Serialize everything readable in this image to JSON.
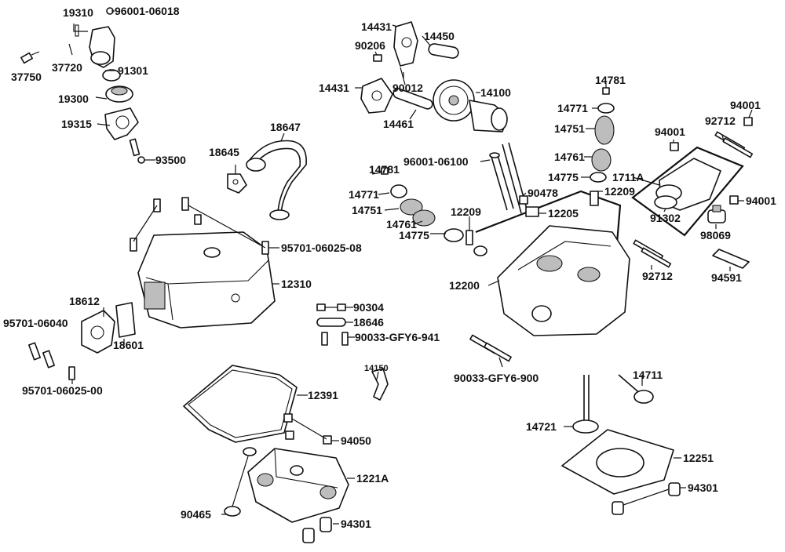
{
  "labels": {
    "p19310": "19310",
    "p96001_06018": "96001-06018",
    "p37720": "37720",
    "p91301": "91301",
    "p37750": "37750",
    "p19300": "19300",
    "p19315": "19315",
    "p93500": "93500",
    "p18645": "18645",
    "p18647": "18647",
    "p95701_06025_08": "95701-06025-08",
    "p12310": "12310",
    "p18612": "18612",
    "p95701_06040": "95701-06040",
    "p18601": "18601",
    "p95701_06025_00": "95701-06025-00",
    "p90304": "90304",
    "p18646": "18646",
    "p90033_gfy6_941": "90033-GFY6-941",
    "p14150": "14150",
    "p12391": "12391",
    "p94050": "94050",
    "p1221A": "1221A",
    "p90465": "90465",
    "p94301_a": "94301",
    "p14431_a": "14431",
    "p90206": "90206",
    "p14450": "14450",
    "p14431_b": "14431",
    "p90012": "90012",
    "p14100": "14100",
    "p14461": "14461",
    "p96001_06100": "96001-06100",
    "p14781_a": "14781",
    "p14771_a": "14771",
    "p14751_a": "14751",
    "p14761_a": "14761",
    "p14775_a": "14775",
    "p12209_a": "12209",
    "p90478": "90478",
    "p12209_b": "12209",
    "p12205": "12205",
    "p12200": "12200",
    "p90033_gfy6_900": "90033-GFY6-900",
    "p14781_b": "14781",
    "p14771_b": "14771",
    "p14751_b": "14751",
    "p14761_b": "14761",
    "p14775_b": "14775",
    "p1711A": "1711A",
    "p94001_a": "94001",
    "p92712_a": "92712",
    "p94001_b": "94001",
    "p94001_c": "94001",
    "p91302": "91302",
    "p98069": "98069",
    "p92712_b": "92712",
    "p94591": "94591",
    "p14711": "14711",
    "p14721": "14721",
    "p12251": "12251",
    "p94301_b": "94301"
  }
}
